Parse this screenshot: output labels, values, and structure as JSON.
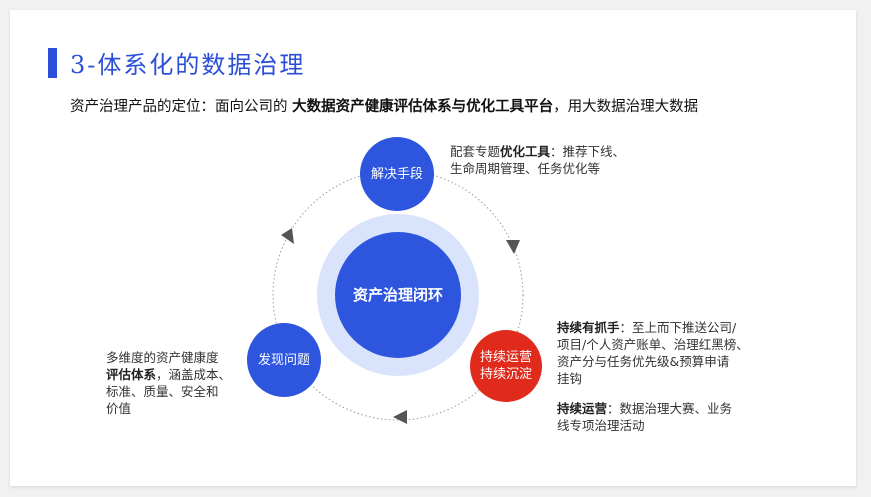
{
  "header": {
    "title": "3-体系化的数据治理",
    "subtitle_prefix": "资产治理产品的定位：面向公司的 ",
    "subtitle_bold": "大数据资产健康评估体系与优化工具平台",
    "subtitle_suffix": "，用大数据治理大数据"
  },
  "diagram": {
    "center": "资产治理闭环",
    "nodes": {
      "top": {
        "label": "解决手段"
      },
      "left": {
        "label": "发现问题"
      },
      "right": {
        "line1": "持续运营",
        "line2": "持续沉淀"
      }
    },
    "descriptions": {
      "top": {
        "pre": "配套专题",
        "bold": "优化工具",
        "post": "：推荐下线、",
        "line2": "生命周期管理、任务优化等"
      },
      "left": {
        "line1": "多维度的资产健康度",
        "bold": "评估体系",
        "post": "，涵盖成本、",
        "line3": "标准、质量、安全和",
        "line4": "价值"
      },
      "right1": {
        "bold": "持续有抓手",
        "post": "：至上而下推送公司/",
        "line2": "项目/个人资产账单、治理红黑榜、",
        "line3": "资产分与任务优先级&预算申请",
        "line4": "挂钩"
      },
      "right2": {
        "bold": "持续运营",
        "post": "：数据治理大赛、业务",
        "line2": "线专项治理活动"
      }
    },
    "colors": {
      "blue": "#2d55de",
      "red": "#e02a1c",
      "halo": "#d9e3fb",
      "title": "#2b4fd8"
    }
  }
}
